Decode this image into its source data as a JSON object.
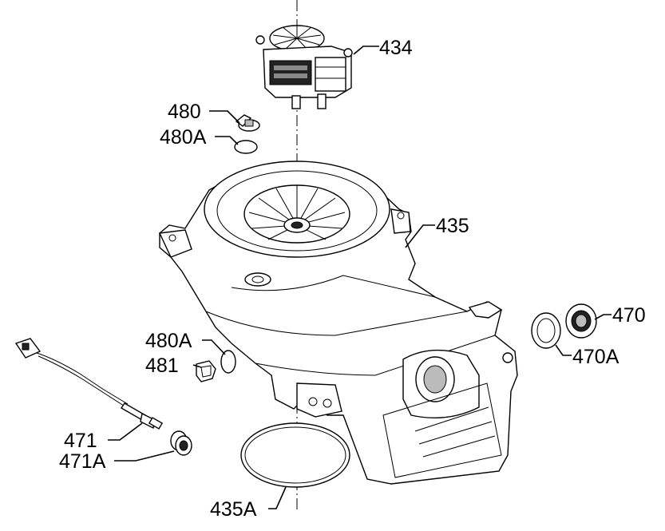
{
  "labels": {
    "p434": "434",
    "p480": "480",
    "p480a_top": "480A",
    "p435": "435",
    "p480a_mid": "480A",
    "p481": "481",
    "p470": "470",
    "p470a": "470A",
    "p471": "471",
    "p471a": "471A",
    "p435a": "435A"
  }
}
